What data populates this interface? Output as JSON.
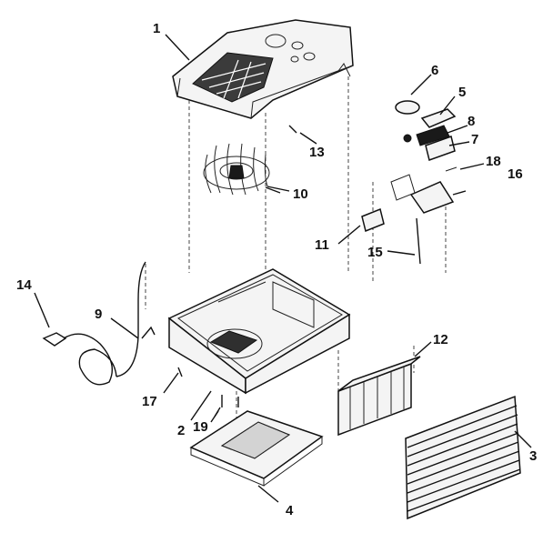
{
  "diagram": {
    "labels": {
      "p1": "1",
      "p2": "2",
      "p3": "3",
      "p4": "4",
      "p5": "5",
      "p6": "6",
      "p7": "7",
      "p8": "8",
      "p9": "9",
      "p10": "10",
      "p11": "11",
      "p12": "12",
      "p13": "13",
      "p14": "14",
      "p15": "15",
      "p16": "16",
      "p17": "17",
      "p18": "18",
      "p19": "19"
    }
  }
}
